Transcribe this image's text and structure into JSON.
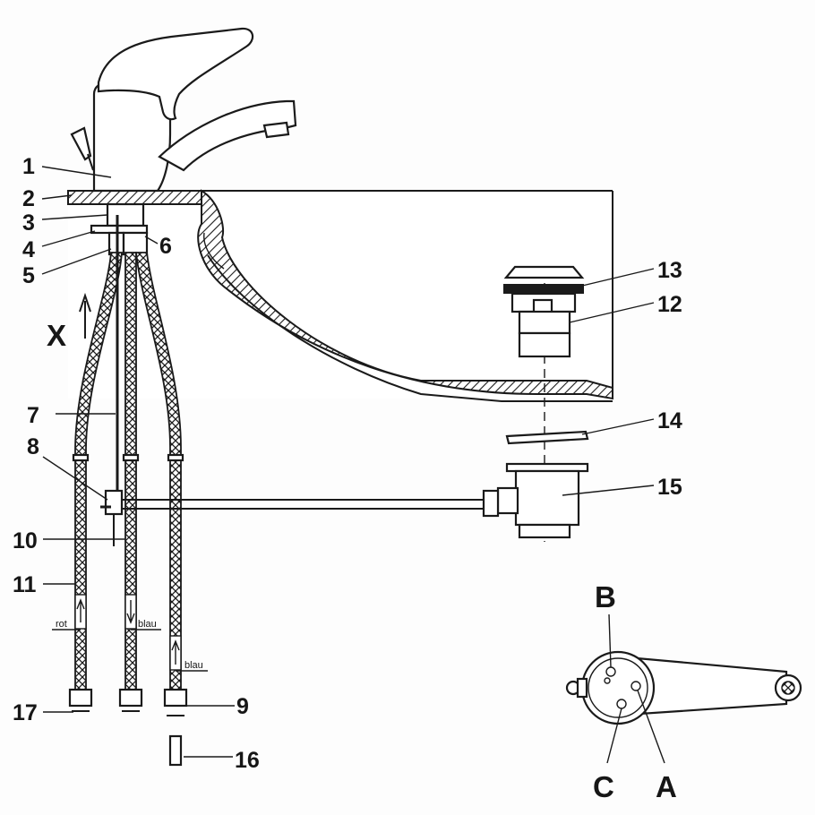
{
  "part_labels": [
    "1",
    "2",
    "3",
    "4",
    "5",
    "6",
    "7",
    "8",
    "9",
    "10",
    "11",
    "12",
    "13",
    "14",
    "15",
    "16",
    "17"
  ],
  "direction_label": "X",
  "hose_labels": {
    "left": "rot",
    "middle": "blau",
    "right": "blau"
  },
  "detail_labels": {
    "b": "B",
    "c": "C",
    "a": "A"
  }
}
